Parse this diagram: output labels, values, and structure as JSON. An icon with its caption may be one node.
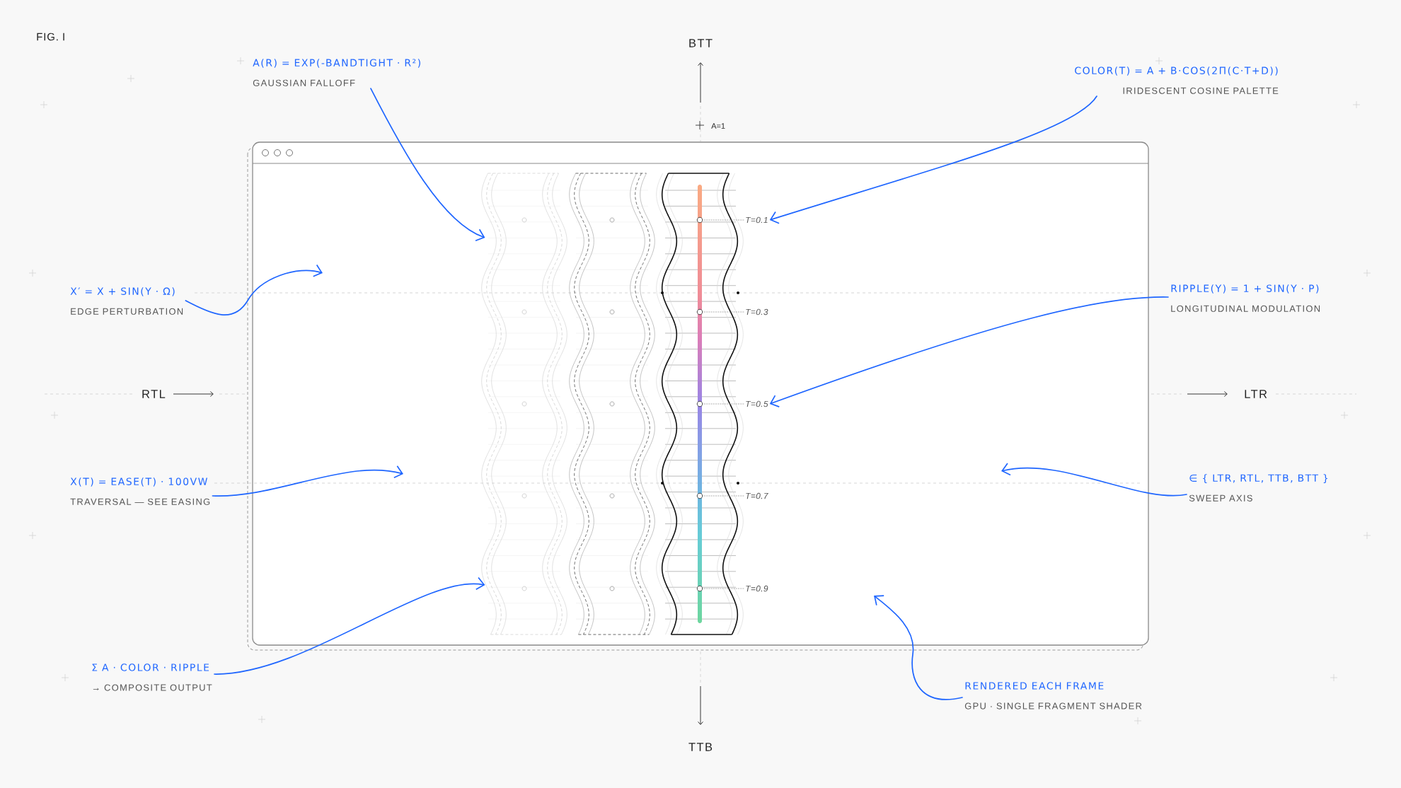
{
  "diagram": {
    "nodes": [
      {
        "text": [
          "A(R) = EXP(-BANDTIGHT · R²)",
          "GAUSSIAN FALLOFF"
        ]
      },
      {
        "text": [
          "COLOR(T) = A + B·COS(2Π(C·T+D))",
          "IRIDESCENT COSINE PALETTE"
        ]
      },
      {
        "text": [
          "X′ = X + SIN(Y · Ω)",
          "EDGE PERTURBATION"
        ]
      },
      {
        "text": [
          "RIPPLE(Y) = 1 + SIN(Y · Ρ)",
          "LONGITUDINAL MODULATION"
        ]
      },
      {
        "text": [
          "X(T) = EASE(T) · 100VW",
          "TRAVERSAL — SEE EASING"
        ]
      },
      {
        "text": [
          "∈ { LTR, RTL, TTB, BTT }",
          "SWEEP AXIS"
        ]
      },
      {
        "text": [
          "Σ A · COLOR · RIPPLE",
          "→ COMPOSITE OUTPUT"
        ]
      },
      {
        "text": [
          "RENDERED EACH FRAME",
          "GPU · SINGLE FRAGMENT SHADER"
        ]
      },
      {
        "text": [],
        "shape": "bar"
      },
      {
        "text": [],
        "shape": "bar"
      },
      {
        "text": [],
        "shape": "bar"
      },
      {
        "text": [
          "T=0.1"
        ]
      },
      {
        "text": [
          "T=0.3"
        ]
      },
      {
        "text": [
          "T=0.5"
        ]
      },
      {
        "text": [
          "T=0.7"
        ]
      },
      {
        "text": [
          "T=0.9"
        ]
      },
      {
        "text": [],
        "shape": "circle",
        "in": 10
      },
      {
        "text": [],
        "shape": "circle",
        "in": 10
      },
      {
        "text": [],
        "shape": "circle",
        "in": 10
      },
      {
        "text": [],
        "shape": "circle",
        "in": 10
      },
      {
        "text": [],
        "shape": "circle",
        "in": 10
      }
    ],
    "edges": [
      {
        "from": 0,
        "to": 8,
        "arrow": "to"
      },
      {
        "from": 1,
        "to": 11,
        "arrow": "to"
      },
      {
        "from": 2,
        "to": null,
        "arrow": "to"
      },
      {
        "from": 3,
        "to": 13,
        "arrow": "to"
      },
      {
        "from": 4,
        "to": null,
        "arrow": "to"
      },
      {
        "from": 5,
        "to": null,
        "arrow": "to"
      },
      {
        "from": 6,
        "to": 8,
        "arrow": "to"
      },
      {
        "from": 7,
        "to": null,
        "arrow": "to"
      },
      {
        "from": 11,
        "to": 16,
        "arrow": "none",
        "style": "dashed",
        "color": "#999999"
      },
      {
        "from": 12,
        "to": 17,
        "arrow": "none",
        "style": "dashed",
        "color": "#999999"
      },
      {
        "from": 13,
        "to": 18,
        "arrow": "none",
        "style": "dashed",
        "color": "#999999"
      },
      {
        "from": 14,
        "to": 19,
        "arrow": "none",
        "style": "dashed",
        "color": "#999999"
      },
      {
        "from": 15,
        "to": 20,
        "arrow": "none",
        "style": "dashed",
        "color": "#999999"
      }
    ],
    "labels": [
      "FIG. I",
      "BTT",
      "A=1",
      "RTL",
      "LTR",
      "TTB"
    ]
  }
}
